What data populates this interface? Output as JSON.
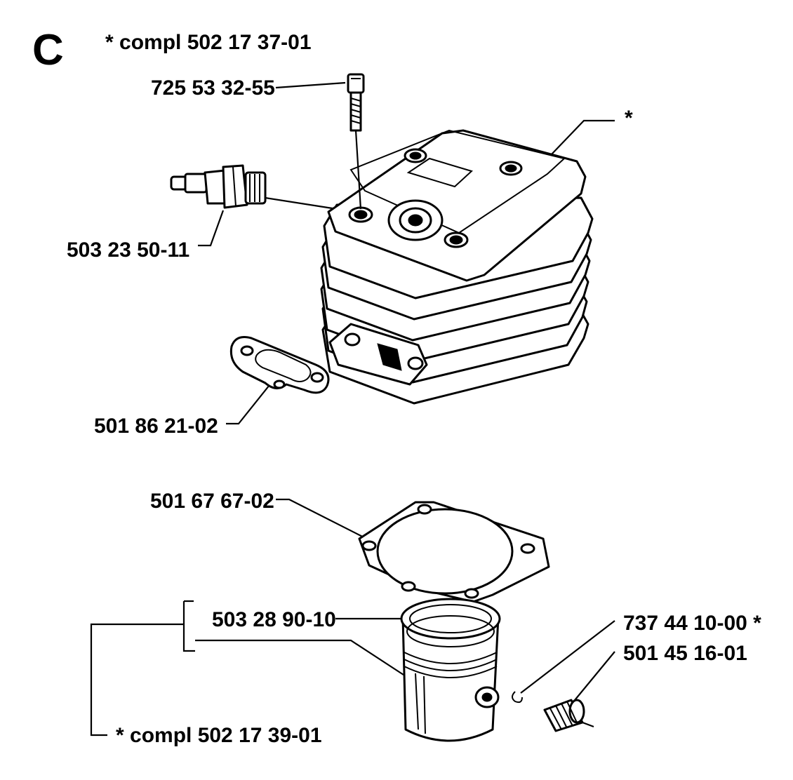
{
  "section_letter": "C",
  "labels": {
    "top_kit": "*  compl 502 17 37-01",
    "bolt": "725 53 32-55",
    "cylinder_marker": "*",
    "spark_plug": "503 23 50-11",
    "exhaust_gasket": "501 86 21-02",
    "base_gasket": "501 67 67-02",
    "piston_ring": "503 28 90-10",
    "circlip": "737 44 10-00  *",
    "needle_bearing": "501 45 16-01",
    "bottom_kit": "*  compl 502 17 39-01"
  }
}
